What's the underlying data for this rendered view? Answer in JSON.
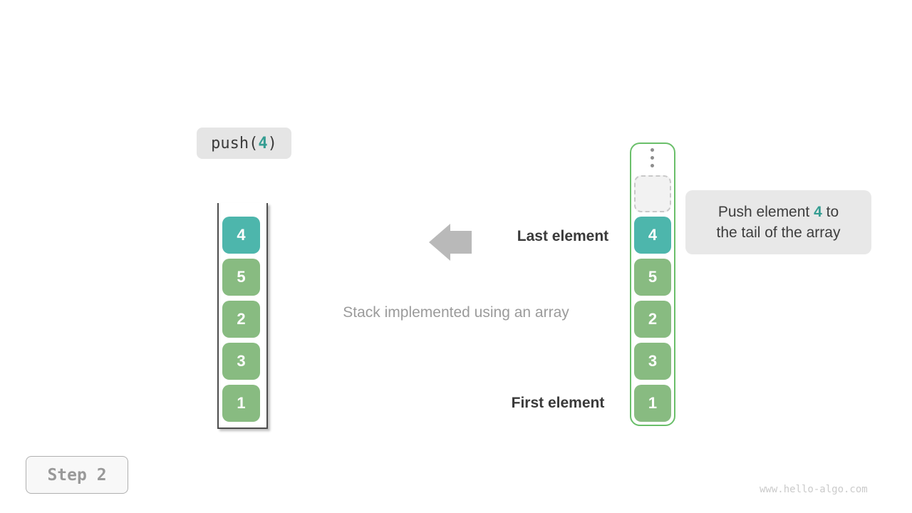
{
  "push_call": {
    "prefix": "push(",
    "value": "4",
    "suffix": ")"
  },
  "stack_box": {
    "cells": [
      "4",
      "5",
      "2",
      "3",
      "1"
    ],
    "highlight_index": 0
  },
  "array_box": {
    "icon": "vertical-ellipsis-icon",
    "empty_slot": true,
    "cells": [
      "4",
      "5",
      "2",
      "3",
      "1"
    ],
    "highlight_index": 0
  },
  "labels": {
    "last_element": "Last element",
    "first_element": "First element",
    "caption": "Stack implemented using an array"
  },
  "tooltip": {
    "line1_prefix": "Push element ",
    "value": "4",
    "line1_suffix": " to",
    "line2": "the tail of the array"
  },
  "step_badge": "Step 2",
  "watermark": "www.hello-algo.com",
  "colors": {
    "teal": "#4db6ac",
    "green": "#88bb81",
    "teal_text": "#359d92",
    "array_border": "#6abf6a",
    "arrow": "#b9b9b9"
  }
}
